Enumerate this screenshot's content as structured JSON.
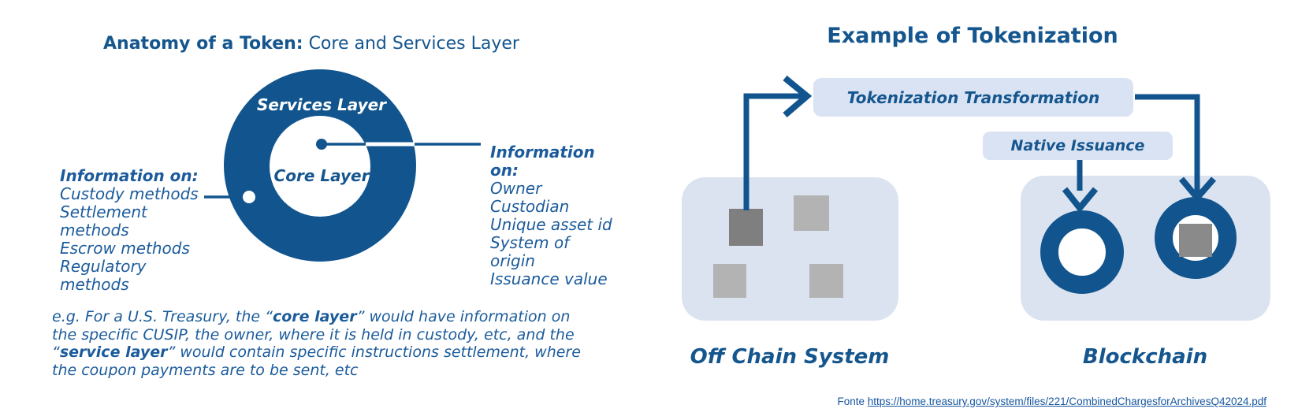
{
  "colors": {
    "shape_blue": "#12558E",
    "title_blue": "#15568E",
    "body_text_blue": "#1B5B9B",
    "pill_background": "#D9E3F3",
    "container_background": "#DCE3F0",
    "dark_square": "#7F7F7F",
    "light_square": "#B3B3B3",
    "ring_square": "#8A8A8A",
    "link_blue": "#1656A0"
  },
  "left": {
    "title_bold": "Anatomy of a Token:",
    "title_rest": " Core and Services Layer",
    "donut": {
      "outer_label": "Services Layer",
      "inner_label": "Core Layer"
    },
    "services_info": {
      "heading": "Information on:",
      "lines": [
        "Custody methods",
        "Settlement",
        "methods",
        "Escrow methods",
        "Regulatory",
        "methods"
      ]
    },
    "core_info": {
      "heading_lines": [
        "Information",
        "on:"
      ],
      "lines": [
        "Owner",
        "Custodian",
        "Unique asset id",
        "System of",
        "origin",
        "Issuance value"
      ]
    },
    "example_note": [
      [
        {
          "t": "e.g. For a U.S. Treasury, the “"
        },
        {
          "t": "core layer",
          "b": true
        },
        {
          "t": "” would have information on"
        }
      ],
      [
        {
          "t": "the specific CUSIP, the owner, where it is held in custody, etc, and the"
        }
      ],
      [
        {
          "t": "“"
        },
        {
          "t": "service layer",
          "b": true
        },
        {
          "t": "” would contain specific instructions settlement, where"
        }
      ],
      [
        {
          "t": "the coupon payments are to be sent, etc"
        }
      ]
    ]
  },
  "right": {
    "title": "Example of Tokenization",
    "transformation_label": "Tokenization Transformation",
    "native_issuance_label": "Native Issuance",
    "off_chain_label": "Off Chain System",
    "blockchain_label": "Blockchain"
  },
  "footer": {
    "prefix": "Fonte ",
    "link_text": "https://home.treasury.gov/system/files/221/CombinedChargesforArchivesQ42024.pdf"
  }
}
